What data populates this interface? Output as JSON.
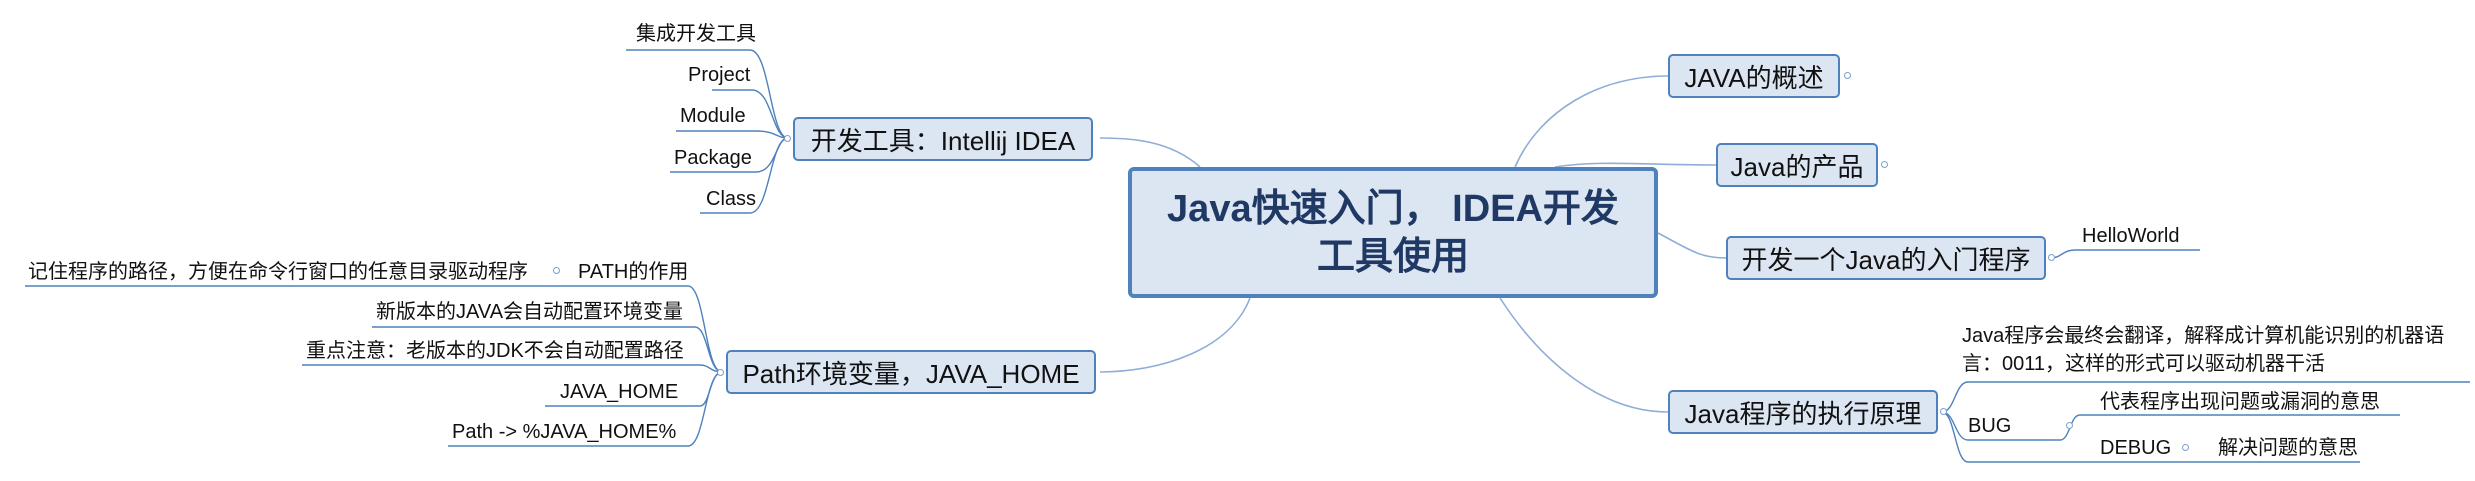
{
  "central": {
    "title": "Java快速入门， IDEA开发工具使用"
  },
  "left": {
    "dev_tools": {
      "label": "开发工具：Intellij IDEA",
      "children": [
        "集成开发工具",
        "Project",
        "Module",
        "Package",
        "Class"
      ]
    },
    "path_env": {
      "label": "Path环境变量，JAVA_HOME",
      "path_role": {
        "label": "PATH的作用",
        "child": "记住程序的路径，方便在命令行窗口的任意目录驱动程序"
      },
      "children": [
        "新版本的JAVA会自动配置环境变量",
        "重点注意：老版本的JDK不会自动配置路径",
        "JAVA_HOME",
        "Path -> %JAVA_HOME%"
      ]
    }
  },
  "right": {
    "overview": {
      "label": "JAVA的概述"
    },
    "products": {
      "label": "Java的产品"
    },
    "first_program": {
      "label": "开发一个Java的入门程序",
      "child": "HelloWorld"
    },
    "execution": {
      "label": "Java程序的执行原理",
      "note": "Java程序会最终会翻译，解释成计算机能识别的机器语言：0011，这样的形式可以驱动机器干活",
      "bug": {
        "label": "BUG",
        "child": "代表程序出现问题或漏洞的意思"
      },
      "debug": {
        "label": "DEBUG",
        "child": "解决问题的意思"
      }
    }
  },
  "colors": {
    "line": "#4f81bd",
    "topic_fill": "#dce6f2",
    "central_border": "#4f81bd",
    "central_text": "#1f3864"
  }
}
